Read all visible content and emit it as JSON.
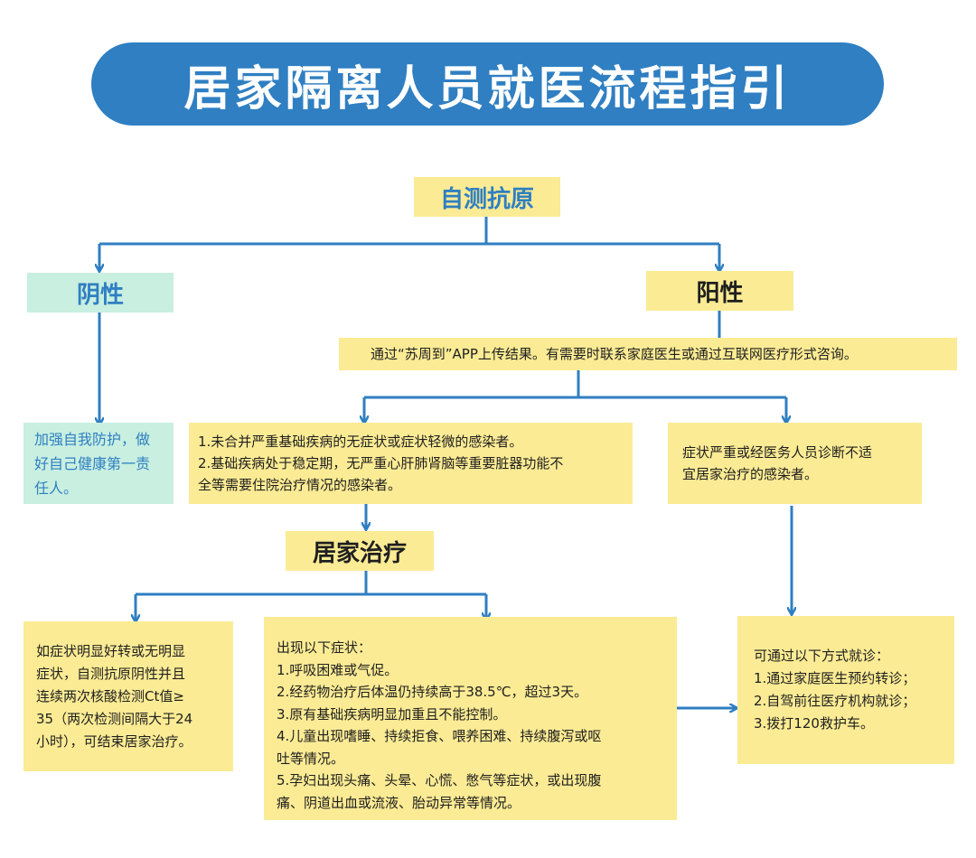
{
  "title": "居家隔离人员就医流程指引",
  "colors": {
    "accent_blue": "#2f7fc2",
    "box_yellow": "#fbeb94",
    "box_green": "#c8efe0"
  },
  "nodes": {
    "self_test": "自测抗原",
    "negative": "阴性",
    "positive": "阳性",
    "negative_advice": [
      "加强自我防护，做",
      "好自己健康第一责",
      "任人。"
    ],
    "upload": "通过“苏周到”APP上传结果。有需要时联系家庭医生或通过互联网医疗形式咨询。",
    "mild_cases": [
      "1.未合并严重基础疾病的无症状或症状轻微的感染者。",
      "2.基础疾病处于稳定期，无严重心肝肺肾脑等重要脏器功能不",
      "全等需要住院治疗情况的感染者。"
    ],
    "severe_cases": [
      "症状严重或经医务人员诊断不适",
      "宜居家治疗的感染者。"
    ],
    "home_treatment": "居家治疗",
    "end_treatment": [
      "如症状明显好转或无明显",
      "症状，自测抗原阴性并且",
      "连续两次核酸检测Ct值≥",
      "35（两次检测间隔大于24",
      "小时），可结束居家治疗。"
    ],
    "symptoms": [
      "出现以下症状：",
      "1.呼吸困难或气促。",
      "2.经药物治疗后体温仍持续高于38.5℃，超过3天。",
      "3.原有基础疾病明显加重且不能控制。",
      "4.儿童出现嗜睡、持续拒食、喂养困难、持续腹泻或呕",
      "吐等情况。",
      "5.孕妇出现头痛、头晕、心慌、憋气等症状，或出现腹",
      "痛、阴道出血或流液、胎动异常等情况。"
    ],
    "seek_care": [
      "可通过以下方式就诊：",
      "1.通过家庭医生预约转诊；",
      "2.自驾前往医疗机构就诊；",
      "3.拨打120救护车。"
    ]
  }
}
